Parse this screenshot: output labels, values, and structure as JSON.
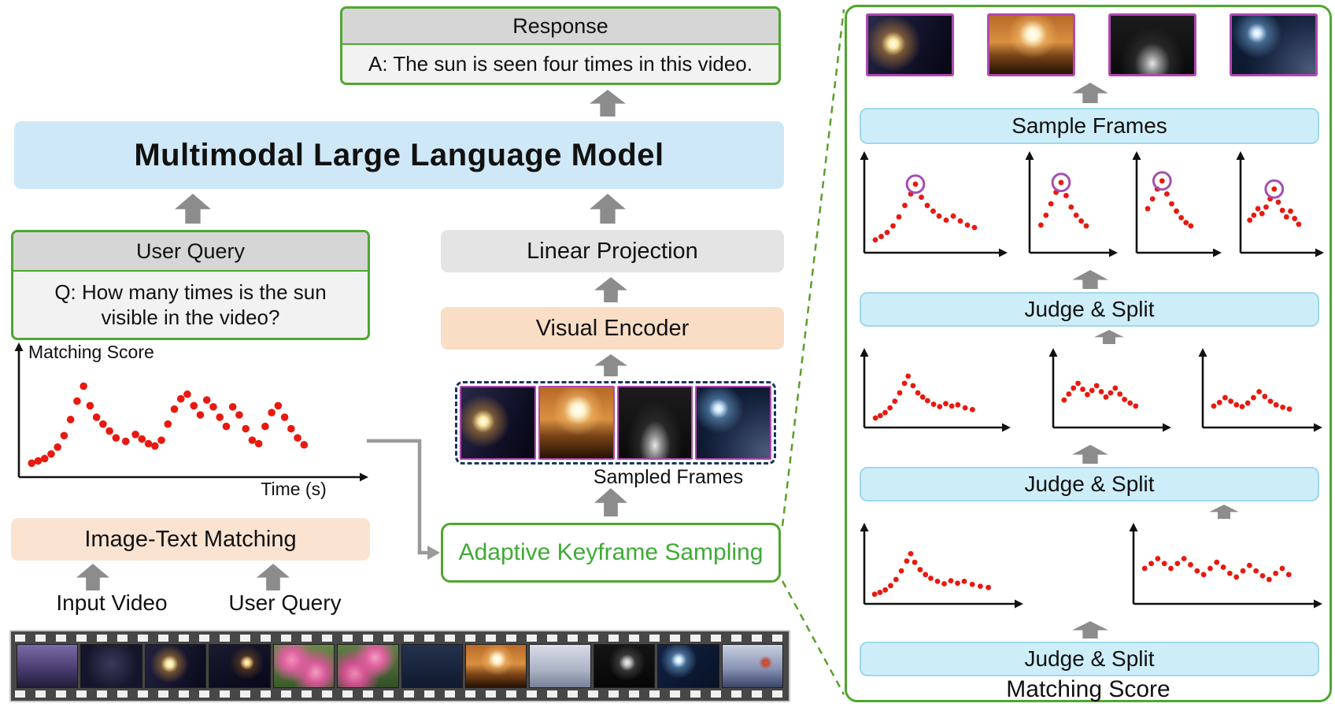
{
  "colors": {
    "green_accent": "#4ea72e",
    "aks_text_green": "#3faa35",
    "blue_box": "#cfe8f7",
    "cyan_box": "#cdeef9",
    "peach_box": "#f9ddc5",
    "peach_box2": "#fbe3d1",
    "gray_header": "#d6d6d6",
    "gray_box": "#e4e4e4",
    "light_body": "#f2f2f2",
    "dot_red": "#e8190f",
    "circle_purple": "#a34fb4",
    "frame_border_purple": "#b048b0",
    "arrow_gray": "#8c8c8c",
    "dashed_navy": "#17365d"
  },
  "left": {
    "response": {
      "header": "Response",
      "body": "A: The sun is seen four times in this video."
    },
    "mllm_label": "Multimodal Large Language Model",
    "user_query": {
      "header": "User Query",
      "body": "Q: How many times is the sun visible in the video?"
    },
    "linear_projection_label": "Linear Projection",
    "visual_encoder_label": "Visual Encoder",
    "sampled_frames_label": "Sampled Frames",
    "image_text_matching_label": "Image-Text Matching",
    "input_video_label": "Input Video",
    "user_query_label": "User Query",
    "aks_label": "Adaptive Keyframe Sampling"
  },
  "right": {
    "sample_frames_label": "Sample Frames",
    "judge_split_label": "Judge & Split",
    "matching_score_label": "Matching Score"
  },
  "chart_data": {
    "type": "scatter",
    "xlabel": "Time (s)",
    "ylabel": "Matching Score",
    "dot_color": "#e8190f",
    "main": {
      "points": [
        [
          2,
          8
        ],
        [
          4,
          10
        ],
        [
          6,
          12
        ],
        [
          8,
          16
        ],
        [
          10,
          22
        ],
        [
          12,
          32
        ],
        [
          14,
          46
        ],
        [
          16,
          62
        ],
        [
          18,
          75
        ],
        [
          20,
          58
        ],
        [
          22,
          48
        ],
        [
          24,
          42
        ],
        [
          26,
          36
        ],
        [
          28,
          30
        ],
        [
          31,
          27
        ],
        [
          34,
          33
        ],
        [
          36,
          29
        ],
        [
          38,
          25
        ],
        [
          40,
          23
        ],
        [
          42,
          28
        ],
        [
          44,
          42
        ],
        [
          46,
          55
        ],
        [
          48,
          64
        ],
        [
          50,
          68
        ],
        [
          52,
          58
        ],
        [
          54,
          50
        ],
        [
          56,
          63
        ],
        [
          58,
          57
        ],
        [
          60,
          48
        ],
        [
          62,
          40
        ],
        [
          64,
          57
        ],
        [
          66,
          50
        ],
        [
          68,
          38
        ],
        [
          70,
          28
        ],
        [
          72,
          25
        ],
        [
          74,
          40
        ],
        [
          76,
          52
        ],
        [
          78,
          58
        ],
        [
          80,
          48
        ],
        [
          82,
          38
        ],
        [
          84,
          30
        ],
        [
          86,
          24
        ]
      ]
    },
    "level1": [
      {
        "points": [
          [
            3,
            8
          ],
          [
            7,
            11
          ],
          [
            11,
            15
          ],
          [
            15,
            22
          ],
          [
            19,
            32
          ],
          [
            23,
            46
          ],
          [
            27,
            62
          ],
          [
            30,
            74
          ],
          [
            33,
            60
          ],
          [
            37,
            48
          ],
          [
            41,
            40
          ],
          [
            45,
            34
          ],
          [
            50,
            29
          ],
          [
            55,
            25
          ],
          [
            60,
            30
          ],
          [
            65,
            26
          ],
          [
            70,
            29
          ],
          [
            76,
            24
          ],
          [
            82,
            21
          ],
          [
            88,
            19
          ]
        ]
      },
      {
        "points": [
          [
            3,
            50
          ],
          [
            7,
            58
          ],
          [
            11,
            66
          ],
          [
            15,
            58
          ],
          [
            19,
            50
          ],
          [
            23,
            58
          ],
          [
            27,
            66
          ],
          [
            31,
            56
          ],
          [
            35,
            46
          ],
          [
            39,
            40
          ],
          [
            43,
            50
          ],
          [
            47,
            60
          ],
          [
            51,
            52
          ],
          [
            55,
            42
          ],
          [
            59,
            36
          ],
          [
            63,
            46
          ],
          [
            67,
            55
          ],
          [
            71,
            46
          ],
          [
            75,
            38
          ],
          [
            79,
            32
          ],
          [
            83,
            42
          ],
          [
            87,
            50
          ],
          [
            91,
            40
          ]
        ]
      }
    ],
    "level2": [
      {
        "points": [
          [
            4,
            8
          ],
          [
            8,
            12
          ],
          [
            12,
            17
          ],
          [
            16,
            25
          ],
          [
            20,
            36
          ],
          [
            24,
            50
          ],
          [
            28,
            66
          ],
          [
            31,
            78
          ],
          [
            35,
            62
          ],
          [
            39,
            50
          ],
          [
            43,
            43
          ],
          [
            47,
            37
          ],
          [
            52,
            31
          ],
          [
            57,
            27
          ],
          [
            62,
            32
          ],
          [
            67,
            28
          ],
          [
            72,
            30
          ],
          [
            78,
            25
          ],
          [
            84,
            22
          ]
        ]
      },
      {
        "points": [
          [
            5,
            38
          ],
          [
            10,
            48
          ],
          [
            15,
            58
          ],
          [
            20,
            66
          ],
          [
            25,
            56
          ],
          [
            30,
            47
          ],
          [
            35,
            54
          ],
          [
            40,
            62
          ],
          [
            45,
            52
          ],
          [
            50,
            43
          ],
          [
            55,
            50
          ],
          [
            60,
            58
          ],
          [
            65,
            48
          ],
          [
            70,
            39
          ],
          [
            76,
            33
          ],
          [
            82,
            28
          ]
        ]
      },
      {
        "points": [
          [
            5,
            28
          ],
          [
            11,
            34
          ],
          [
            17,
            42
          ],
          [
            23,
            36
          ],
          [
            29,
            30
          ],
          [
            35,
            27
          ],
          [
            41,
            33
          ],
          [
            47,
            42
          ],
          [
            53,
            52
          ],
          [
            59,
            44
          ],
          [
            65,
            36
          ],
          [
            71,
            30
          ],
          [
            78,
            26
          ],
          [
            85,
            23
          ]
        ]
      }
    ],
    "level3": [
      {
        "points": [
          [
            4,
            10
          ],
          [
            9,
            14
          ],
          [
            14,
            19
          ],
          [
            19,
            27
          ],
          [
            24,
            38
          ],
          [
            29,
            52
          ],
          [
            34,
            66
          ],
          [
            38,
            78
          ],
          [
            43,
            62
          ],
          [
            48,
            52
          ],
          [
            53,
            45
          ],
          [
            58,
            39
          ],
          [
            64,
            34
          ],
          [
            70,
            39
          ],
          [
            76,
            33
          ],
          [
            82,
            28
          ],
          [
            88,
            25
          ]
        ],
        "circled": 7
      },
      {
        "points": [
          [
            8,
            28
          ],
          [
            16,
            40
          ],
          [
            24,
            54
          ],
          [
            32,
            68
          ],
          [
            40,
            80
          ],
          [
            48,
            64
          ],
          [
            56,
            50
          ],
          [
            64,
            40
          ],
          [
            72,
            33
          ],
          [
            80,
            27
          ]
        ],
        "circled": 4
      },
      {
        "points": [
          [
            8,
            48
          ],
          [
            16,
            60
          ],
          [
            24,
            72
          ],
          [
            32,
            82
          ],
          [
            40,
            66
          ],
          [
            48,
            54
          ],
          [
            56,
            45
          ],
          [
            64,
            37
          ],
          [
            72,
            31
          ],
          [
            80,
            27
          ]
        ],
        "circled": 3
      },
      {
        "points": [
          [
            5,
            34
          ],
          [
            12,
            40
          ],
          [
            19,
            48
          ],
          [
            26,
            42
          ],
          [
            33,
            50
          ],
          [
            40,
            60
          ],
          [
            47,
            72
          ],
          [
            54,
            56
          ],
          [
            61,
            46
          ],
          [
            68,
            38
          ],
          [
            75,
            45
          ],
          [
            82,
            36
          ],
          [
            89,
            29
          ]
        ],
        "circled": 6
      }
    ]
  },
  "frames": {
    "keyframes": [
      "radial-gradient(circle at 30% 48%, #ffffff 0%, #ffe9a0 7%, rgba(200,140,60,0.55) 18%, rgba(30,30,60,0) 42%), linear-gradient(115deg, #2a2a4a 0%, #12122a 55%, #060612 100%)",
      "radial-gradient(circle at 52% 32%, #ffffff 0%, #fff4d0 10%, rgba(255,200,120,0.4) 24%, rgba(0,0,0,0) 42%), linear-gradient(180deg, #b86a28 0%, #d89040 45%, #7a4418 68%, #241204 100%)",
      "radial-gradient(ellipse at 50% 82%, #e8e8e8 0%, #909090 12%, rgba(60,60,60,0.5) 30%, rgba(10,10,10,0) 55%), linear-gradient(180deg, #1c1c1c 0%, #0a0a0a 100%)",
      "radial-gradient(circle at 30% 30%, #ffffff 0%, #cfe8ff 5%, rgba(120,180,230,0.5) 14%, rgba(10,20,45,0) 35%), radial-gradient(circle at 96% 92%, #4a5a78 0%, #22304e 40%, rgba(10,16,34,0) 70%), linear-gradient(135deg, #10203c 0%, #081020 100%)"
    ],
    "filmstrip": [
      "linear-gradient(180deg, #7a6aa8 0%, #4a3f70 55%, #221d3a 100%)",
      "radial-gradient(circle at 50% 45%, #3a3a5a 0%, #14142a 70%)",
      "radial-gradient(circle at 40% 45%, #ffffff 0%, #ffe9a0 8%, rgba(200,140,60,0.5) 20%, rgba(20,20,40,0) 45%), linear-gradient(115deg, #22223e 0%, #0a0a1c 100%)",
      "radial-gradient(circle at 62% 42%, #ffffff 0%, #ffd080 6%, rgba(120,80,30,0.5) 16%, rgba(8,8,20,0) 38%), linear-gradient(160deg, #1a1a30 0%, #08081a 100%)",
      "radial-gradient(circle at 30% 35%, #f090b8 0%, #e060a0 18%, rgba(80,120,50,0) 45%), radial-gradient(circle at 70% 65%, #f0a0c0 0%, #d85898 20%, rgba(60,100,40,0) 50%), linear-gradient(180deg, #6a8a4a 0%, #3a5a2a 100%)",
      "radial-gradient(circle at 62% 30%, #f2a0c4 0%, #e0609e 18%, rgba(80,120,50,0) 45%), radial-gradient(circle at 28% 68%, #ee8ab4 0%, #d05090 20%, rgba(60,100,40,0) 50%), linear-gradient(180deg, #5e8044 0%, #324f26 100%)",
      "linear-gradient(180deg, #24324e 0%, #101a2e 100%)",
      "radial-gradient(circle at 52% 34%, #ffffff 0%, #fff4d0 9%, rgba(255,200,120,0.4) 22%, rgba(0,0,0,0) 40%), linear-gradient(180deg, #b86a28 0%, #d89040 45%, #7a4418 70%, #241204 100%)",
      "linear-gradient(180deg, #d8dde8 0%, #aab2c4 60%, #788098 100%)",
      "radial-gradient(circle at 55% 42%, #f0f0f0 0%, #c0c0c0 8%, rgba(80,80,80,0.6) 20%, rgba(8,8,8,0) 45%), linear-gradient(180deg, #141414 0%, #060606 100%)",
      "radial-gradient(circle at 34% 36%, #ffffff 0%, #cfe8ff 6%, rgba(120,180,230,0.5) 16%, rgba(10,20,45,0) 38%), linear-gradient(135deg, #122244 0%, #081226 100%)",
      "radial-gradient(circle at 72% 42%, #e06040 0%, #c04a30 5%, rgba(140,90,80,0) 14%), linear-gradient(180deg, #c8d0e0 0%, #8a94b4 55%, #3a4468 100%)"
    ]
  }
}
